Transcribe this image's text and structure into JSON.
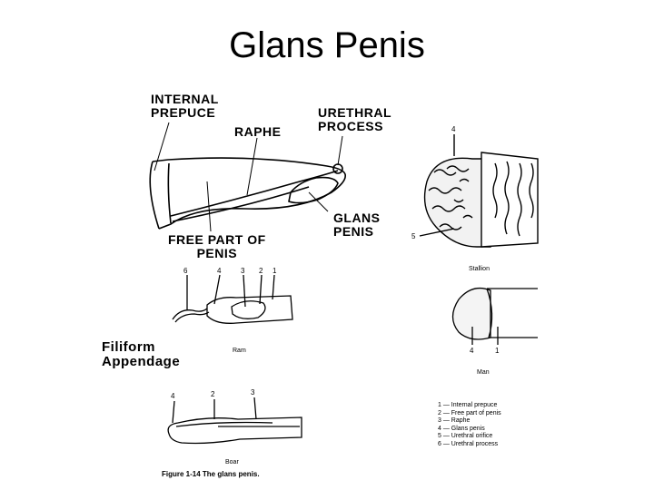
{
  "title": "Glans Penis",
  "labels": {
    "internal_prepuce": [
      "INTERNAL",
      "PREPUCE"
    ],
    "raphe": "RAPHE",
    "urethral_process": [
      "URETHRAL",
      "PROCESS"
    ],
    "glans_penis": [
      "GLANS",
      "PENIS"
    ],
    "free_part": [
      "FREE PART OF",
      "PENIS"
    ],
    "filiform": [
      "Filiform",
      "Appendage"
    ]
  },
  "species": {
    "stallion": "Stallion",
    "ram": "Ram",
    "man": "Man",
    "boar": "Boar"
  },
  "numbers": {
    "stallion_top": "4",
    "stallion_side": "5",
    "ram_6": "6",
    "ram_4": "4",
    "ram_3": "3",
    "ram_2": "2",
    "ram_1": "1",
    "man_4": "4",
    "man_1": "1",
    "boar_4": "4",
    "boar_2": "2",
    "boar_3": "3"
  },
  "legend": [
    "1 — Internal prepuce",
    "2 — Free part of penis",
    "3 — Raphe",
    "4 — Glans penis",
    "5 — Urethral orifice",
    "6 — Urethral process"
  ],
  "caption": "Figure 1-14   The glans penis."
}
